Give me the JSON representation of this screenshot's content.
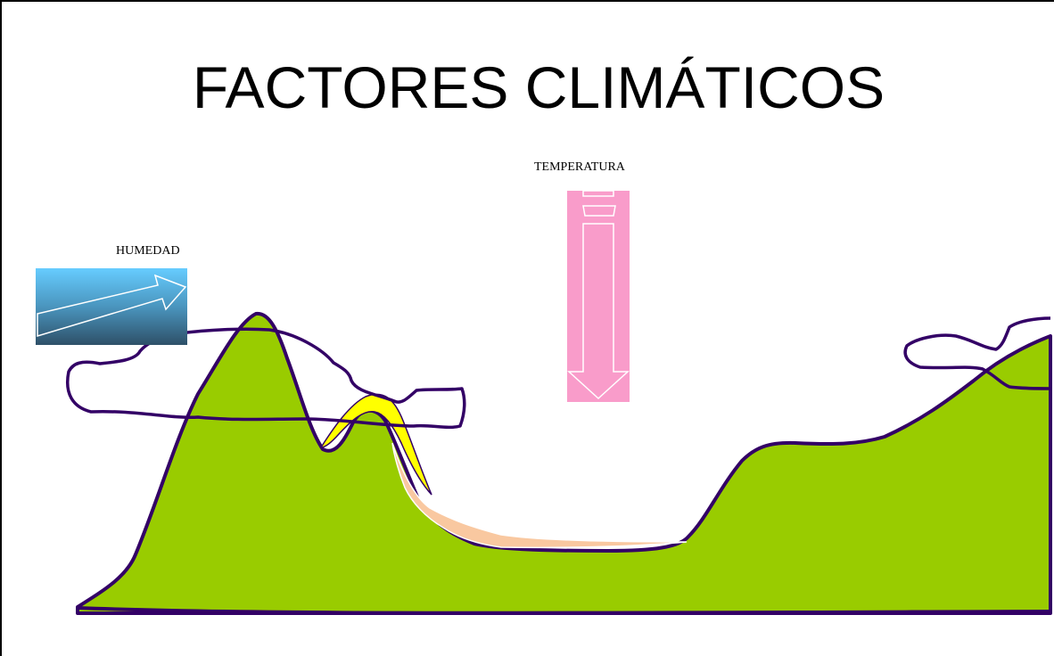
{
  "title": "FACTORES CLIMÁTICOS",
  "labels": {
    "humidity": "HUMEDAD",
    "temperature": "TEMPERATURA"
  },
  "colors": {
    "land": "#99CC00",
    "outline": "#330066",
    "snow_band": "#FFFF00",
    "sediment": "#F9C8A0",
    "temperature_arrow": "#F99CCA",
    "humidity_gradient_top": "#66CCFF",
    "humidity_gradient_bottom": "#2E5068"
  },
  "icons": {
    "humidity": "arrow-right-icon",
    "temperature": "arrow-down-icon"
  }
}
